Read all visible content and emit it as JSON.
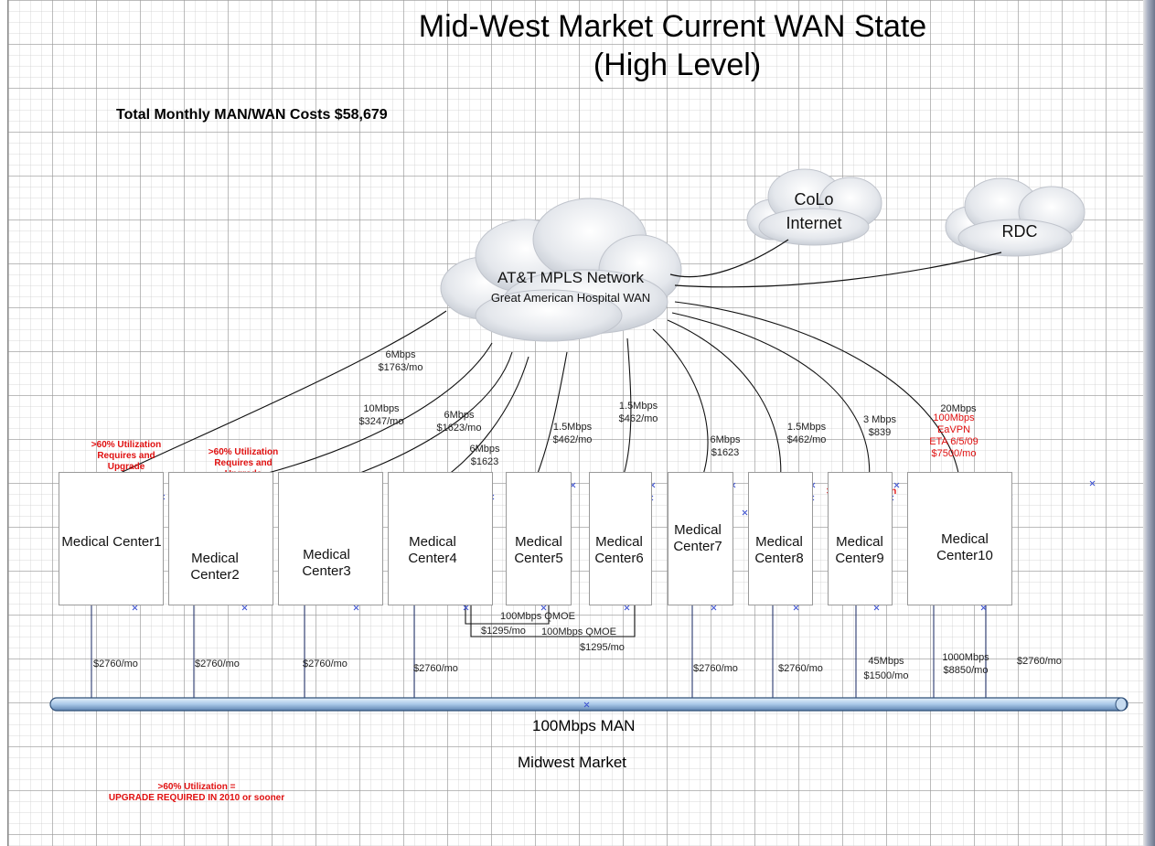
{
  "title": {
    "line1": "Mid-West Market Current WAN State",
    "line2": "(High Level)"
  },
  "total_costs": "Total Monthly MAN/WAN Costs $58,679",
  "clouds": {
    "mpls": {
      "line1": "AT&T MPLS Network",
      "line2": "Great American Hospital WAN"
    },
    "colo": {
      "line1": "CoLo",
      "line2": "Internet"
    },
    "rdc": {
      "label": "RDC"
    }
  },
  "wan_links": [
    {
      "speed": "6Mbps",
      "cost": "$1763/mo"
    },
    {
      "speed": "10Mbps",
      "cost": "$3247/mo"
    },
    {
      "speed": "6Mbps",
      "cost": "$1623/mo"
    },
    {
      "speed": "6Mbps",
      "cost": "$1623"
    },
    {
      "speed": "1.5Mbps",
      "cost": "$462/mo"
    },
    {
      "speed": "1.5Mbps",
      "cost": "$462/mo"
    },
    {
      "speed": "6Mbps",
      "cost": "$1623"
    },
    {
      "speed": "1.5Mbps",
      "cost": "$462/mo"
    },
    {
      "speed": "3 Mbps",
      "cost": "$839"
    },
    {
      "speed": "20Mbps",
      "cost": ""
    }
  ],
  "evpn_note": {
    "line1": "100Mbps",
    "line2": "EaVPN",
    "line3": "ETA 6/5/09",
    "line4": "$7500/mo"
  },
  "utilization_warning": {
    "line1": ">60% Utilization",
    "line2": "Requires and",
    "line3": "Upgrade"
  },
  "centers": [
    {
      "name": "Medical Center1"
    },
    {
      "name": "Medical\nCenter2"
    },
    {
      "name": "Medical\nCenter3"
    },
    {
      "name": "Medical\nCenter4"
    },
    {
      "name": "Medical\nCenter5"
    },
    {
      "name": "Medical\nCenter6"
    },
    {
      "name": "Medical\nCenter7"
    },
    {
      "name": "Medical\nCenter8"
    },
    {
      "name": "Medical\nCenter9"
    },
    {
      "name": "Medical\nCenter10"
    }
  ],
  "qmoe_links": [
    {
      "speed": "100Mbps QMOE",
      "cost": "$1295/mo"
    },
    {
      "speed": "100Mbps QMOE",
      "cost": "$1295/mo"
    }
  ],
  "man_costs": [
    "$2760/mo",
    "$2760/mo",
    "$2760/mo",
    "$2760/mo",
    "$2760/mo",
    "$2760/mo",
    "$2760/mo"
  ],
  "man_special": [
    {
      "speed": "45Mbps",
      "cost": "$1500/mo"
    },
    {
      "speed": "1000Mbps",
      "cost": "$8850/mo"
    }
  ],
  "man_label": "100Mbps MAN",
  "market_label": "Midwest Market",
  "legend": {
    "line1": ">60% Utilization =",
    "line2": "UPGRADE REQUIRED IN 2010 or sooner"
  },
  "colors": {
    "warning": "#e01010",
    "man_pipe": "#b9d3ee",
    "lines": "#111111"
  }
}
